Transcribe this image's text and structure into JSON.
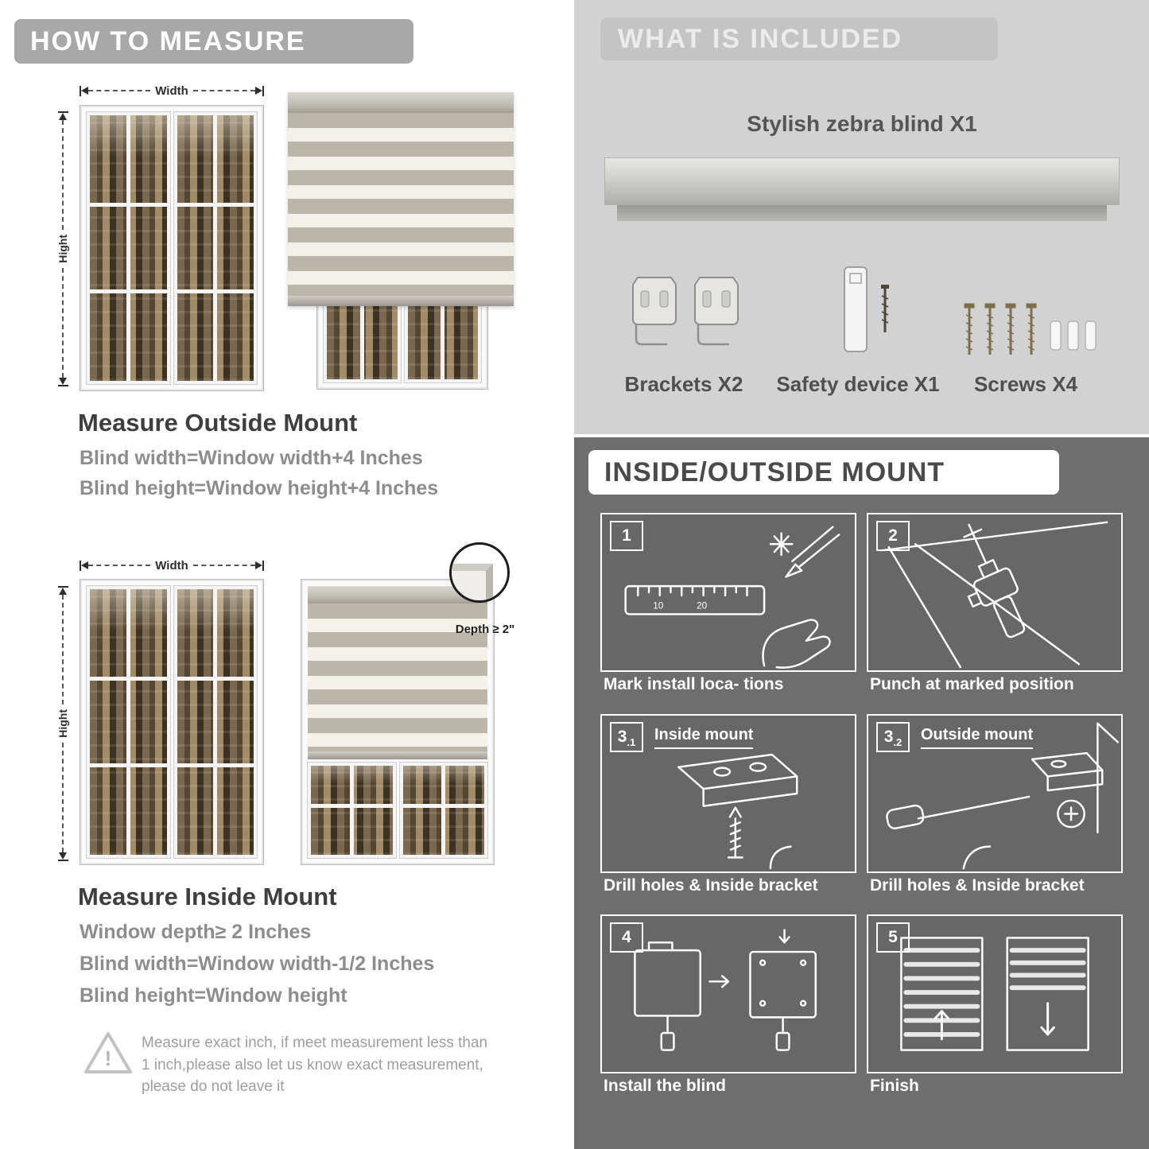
{
  "colors": {
    "left_header_bg": "#a8a8a8",
    "included_bg": "#d2d2d2",
    "included_header_bg": "#c4c4c4",
    "dark_section_bg": "#6e6e6e",
    "stripe_taupe": "#bcb6aa",
    "stripe_cream": "#f3f1ea",
    "title_dark": "#3e3e3e",
    "body_gray": "#8d8d8d"
  },
  "left": {
    "header": "HOW TO MEASURE",
    "outside_mount": {
      "width_label": "Width",
      "height_label": "Hight",
      "title": "Measure Outside Mount",
      "lines": [
        "Blind width=Window width+4 Inches",
        "Blind height=Window height+4 Inches"
      ]
    },
    "inside_mount": {
      "width_label": "Width",
      "height_label": "Hight",
      "depth_label": "Depth ≥ 2\"",
      "title": "Measure Inside Mount",
      "lines": [
        "Window depth≥ 2 Inches",
        "Blind width=Window width-1/2 Inches",
        "Blind height=Window height"
      ]
    },
    "warning": {
      "glyph": "!",
      "text": "Measure exact inch, if meet measurement less than 1 inch,please also let us know exact measurement, please do not leave it"
    }
  },
  "included": {
    "header": "WHAT IS INCLUDED",
    "product_label": "Stylish zebra blind X1",
    "items": [
      {
        "label": "Brackets X2"
      },
      {
        "label": "Safety device X1"
      },
      {
        "label": "Screws X4"
      }
    ]
  },
  "mount": {
    "header": "INSIDE/OUTSIDE MOUNT",
    "ruler": {
      "m1": "10",
      "m2": "20"
    },
    "steps": [
      {
        "num": "1",
        "sub": "",
        "title": "",
        "caption": "Mark install loca- tions"
      },
      {
        "num": "2",
        "sub": "",
        "title": "",
        "caption": "Punch at  marked position"
      },
      {
        "num": "3",
        "sub": ".1",
        "title": "Inside mount",
        "caption": "Drill holes &  Inside bracket"
      },
      {
        "num": "3",
        "sub": ".2",
        "title": "Outside mount",
        "caption": "Drill holes &  Inside bracket"
      },
      {
        "num": "4",
        "sub": "",
        "title": "",
        "caption": "Install the blind"
      },
      {
        "num": "5",
        "sub": "",
        "title": "",
        "caption": "Finish"
      }
    ]
  }
}
